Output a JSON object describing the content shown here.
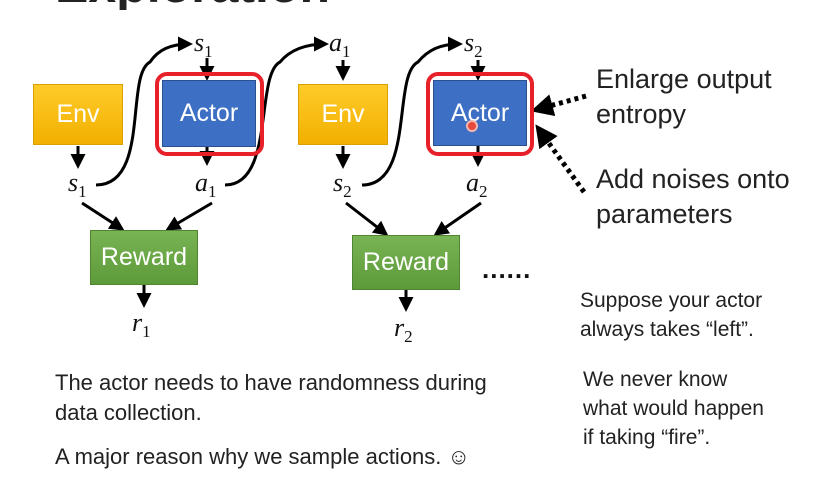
{
  "title": "Exploration",
  "boxes": {
    "env1": "Env",
    "actor1": "Actor",
    "env2": "Env",
    "actor2": "Actor",
    "reward1": "Reward",
    "reward2": "Reward"
  },
  "vars": {
    "s1_top": {
      "base": "s",
      "sub": "1"
    },
    "a1_top": {
      "base": "a",
      "sub": "1"
    },
    "s2_top": {
      "base": "s",
      "sub": "2"
    },
    "s1": {
      "base": "s",
      "sub": "1"
    },
    "a1": {
      "base": "a",
      "sub": "1"
    },
    "s2": {
      "base": "s",
      "sub": "2"
    },
    "a2": {
      "base": "a",
      "sub": "2"
    },
    "r1": {
      "base": "r",
      "sub": "1"
    },
    "r2": {
      "base": "r",
      "sub": "2"
    }
  },
  "ellipsis": "......",
  "methods": {
    "entropy_line1": "Enlarge output",
    "entropy_line2": "entropy",
    "noise_line1": "Add noises onto",
    "noise_line2": "parameters"
  },
  "notes": {
    "left_line1": "Suppose your actor",
    "left_line2": "always takes “left”.",
    "fire_line1": "We never know",
    "fire_line2": "what would happen",
    "fire_line3": "if taking “fire”."
  },
  "body": {
    "line1": "The actor needs to have randomness during",
    "line2": "data collection.",
    "line3": "A major reason why we sample actions. ☺"
  }
}
